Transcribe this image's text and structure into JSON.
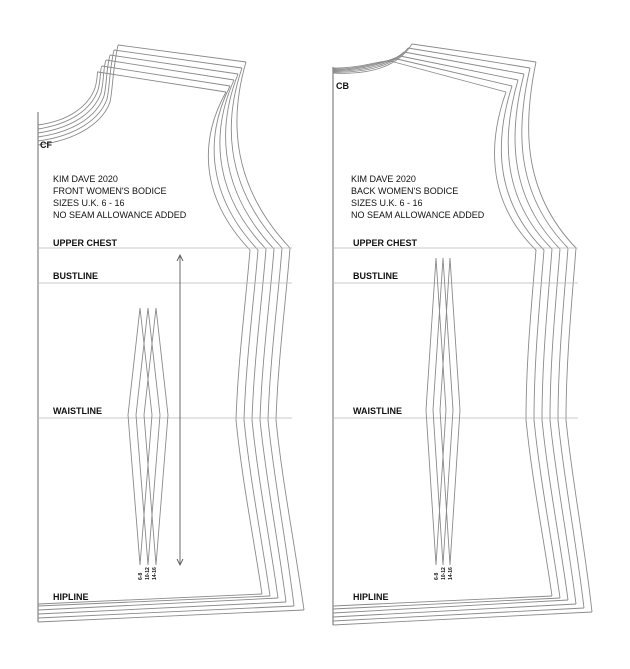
{
  "front": {
    "corner_label": "CF",
    "title_lines": [
      "KIM DAVE 2020",
      "FRONT WOMEN'S BODICE",
      "SIZES U.K. 6 - 16",
      "NO SEAM ALLOWANCE ADDED"
    ],
    "lines": {
      "upper_chest": "UPPER CHEST",
      "bustline": "BUSTLINE",
      "waistline": "WAISTLINE",
      "hipline": "HIPLINE"
    },
    "dart_sizes": [
      "6-8",
      "10-12",
      "14-16"
    ]
  },
  "back": {
    "corner_label": "CB",
    "title_lines": [
      "KIM DAVE 2020",
      "BACK WOMEN'S BODICE",
      "SIZES U.K. 6 - 16",
      "NO SEAM ALLOWANCE ADDED"
    ],
    "lines": {
      "upper_chest": "UPPER CHEST",
      "bustline": "BUSTLINE",
      "waistline": "WAISTLINE",
      "hipline": "HIPLINE"
    },
    "dart_sizes": [
      "6-8",
      "10-12",
      "14-16"
    ]
  }
}
